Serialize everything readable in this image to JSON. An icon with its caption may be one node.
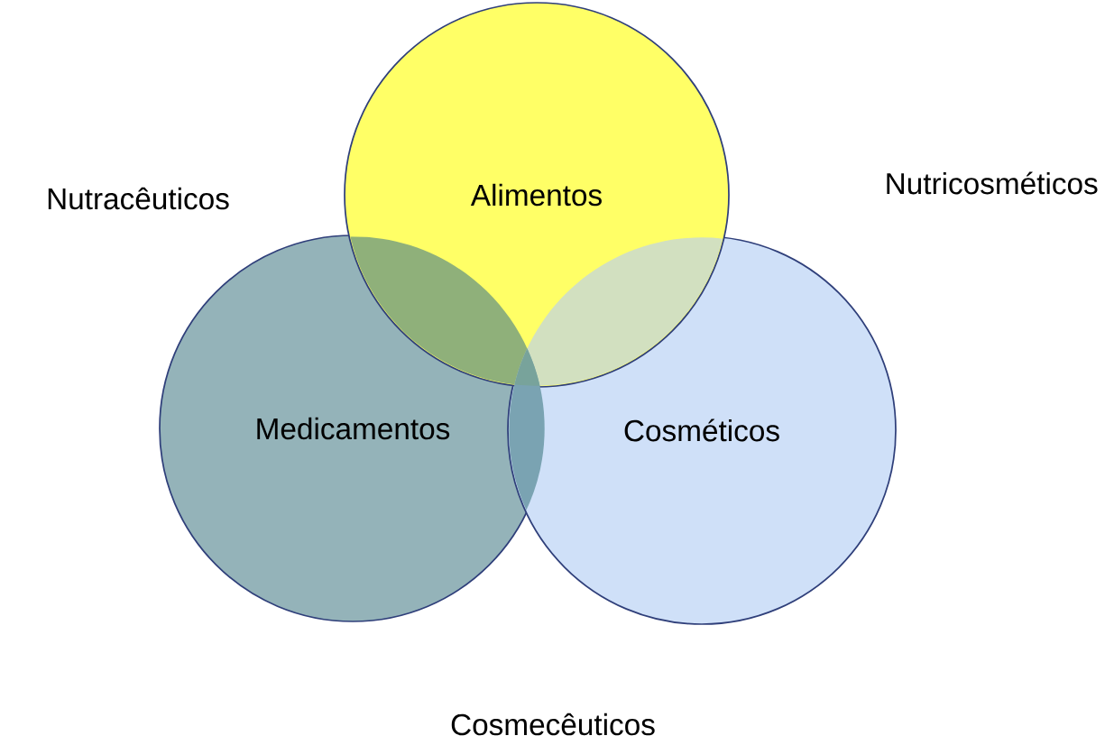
{
  "diagram": {
    "nodes": [
      {
        "text": [
          "Alimentos"
        ]
      },
      {
        "text": [
          "Medicamentos"
        ]
      },
      {
        "text": [
          "Cosméticos"
        ]
      }
    ],
    "labels": [
      "Nutracêuticos",
      "Nutricosméticos",
      "Cosmecêuticos"
    ]
  }
}
